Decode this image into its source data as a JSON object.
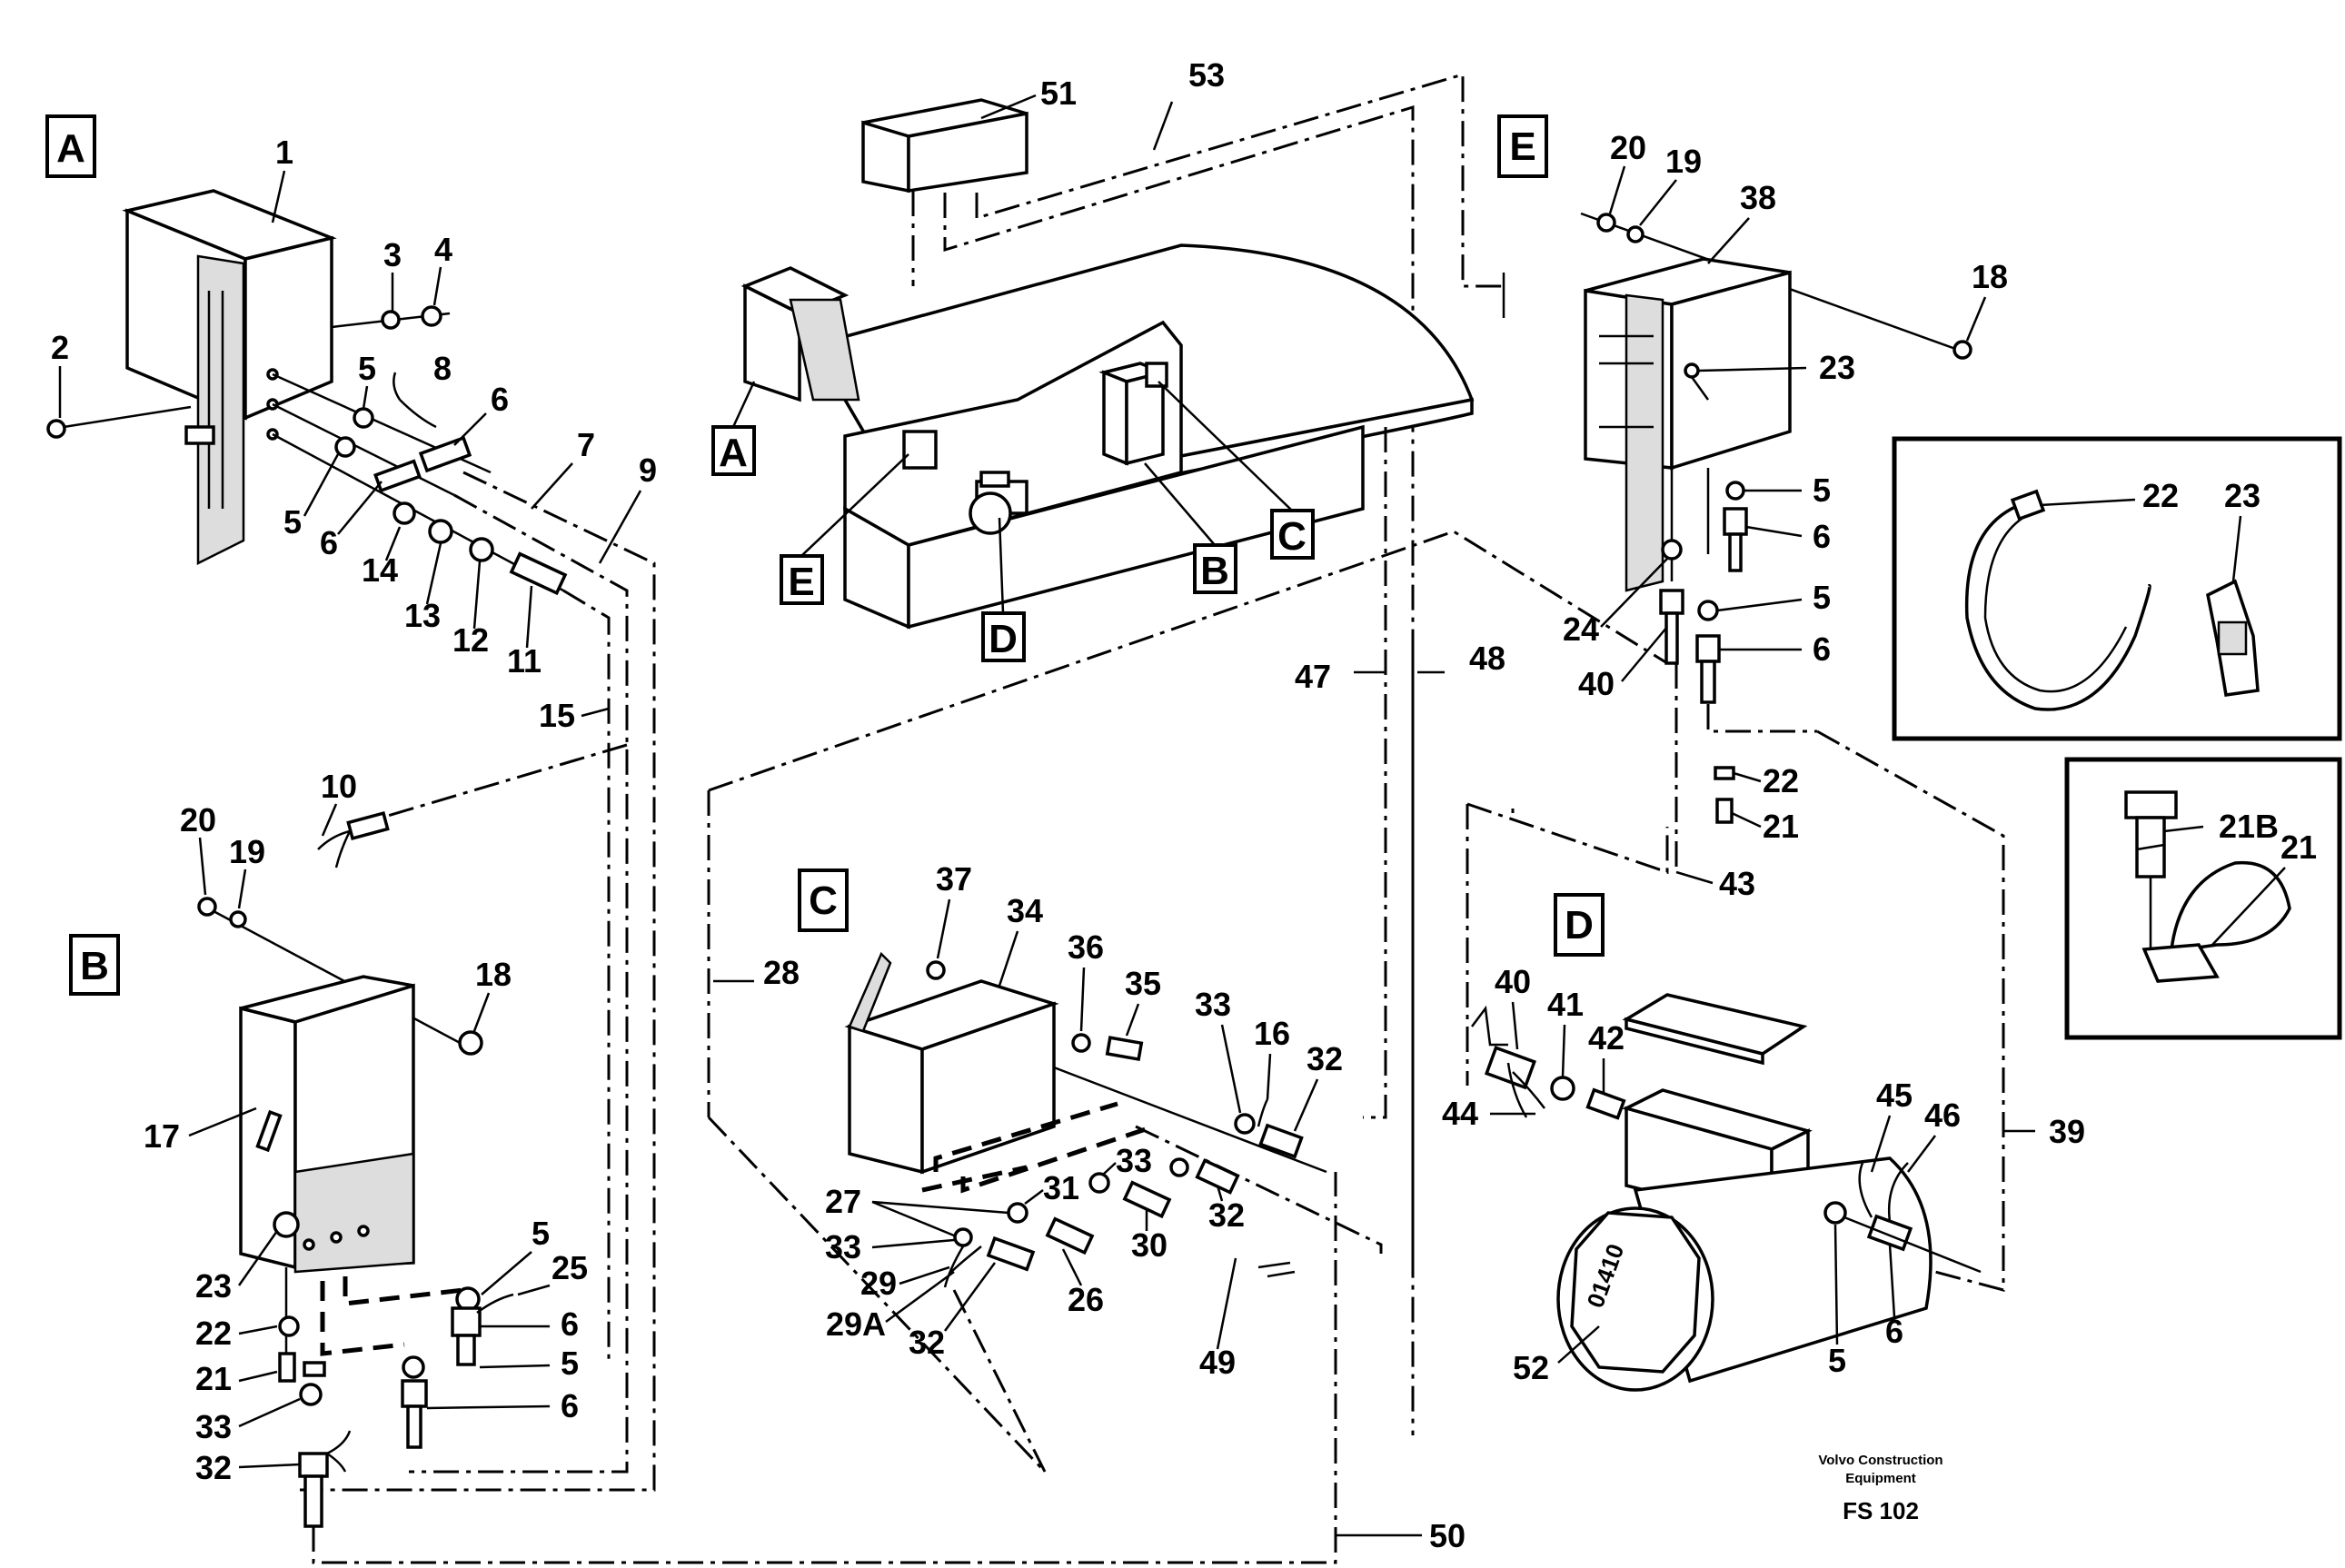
{
  "section_labels": {
    "A": "A",
    "B": "B",
    "C": "C",
    "D": "D",
    "E": "E"
  },
  "overview_labels": [
    "A",
    "E",
    "D",
    "B",
    "C"
  ],
  "part_numbers": [
    "1",
    "2",
    "3",
    "4",
    "5",
    "8",
    "6",
    "7",
    "9",
    "5",
    "6",
    "14",
    "13",
    "12",
    "11",
    "15",
    "10",
    "20",
    "19",
    "18",
    "17",
    "23",
    "22",
    "21",
    "33",
    "32",
    "5",
    "25",
    "6",
    "5",
    "6",
    "51",
    "53",
    "47",
    "48",
    "28",
    "37",
    "34",
    "36",
    "35",
    "33",
    "16",
    "32",
    "27",
    "33",
    "29",
    "29A",
    "32",
    "26",
    "31",
    "33",
    "30",
    "32",
    "49",
    "50",
    "20",
    "19",
    "38",
    "18",
    "23",
    "5",
    "6",
    "24",
    "40",
    "5",
    "6",
    "22",
    "21",
    "43",
    "39",
    "40",
    "41",
    "42",
    "44",
    "45",
    "46",
    "52",
    "5",
    "6",
    "22",
    "23",
    "21B",
    "21"
  ],
  "motor_plate_text": "01410",
  "credit": {
    "line1": "Volvo Construction",
    "line2": "Equipment",
    "code": "FS 102"
  }
}
